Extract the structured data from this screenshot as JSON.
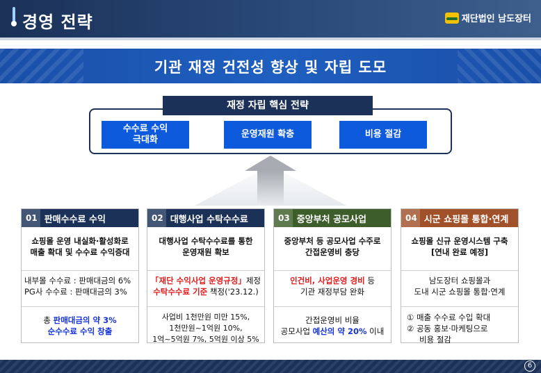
{
  "header": {
    "title": "경영 전략",
    "logo_text": "재단법인 남도장터"
  },
  "banner": {
    "text": "기관 재정 건전성 향상 및 자립 도모"
  },
  "core": {
    "label": "재정 자립 핵심 전략",
    "items": [
      {
        "line1": "수수료 수익",
        "line2": "극대화"
      },
      {
        "line1": "운영재원 확충",
        "line2": ""
      },
      {
        "line1": "비용 절감",
        "line2": ""
      }
    ]
  },
  "columns": [
    {
      "num": "01",
      "title": "판매수수료 수익",
      "sec1": [
        "쇼핑몰 운영 내실화·활성화로",
        "매출 확대 및 수수료 수익증대"
      ],
      "sec2": [
        "내부몰 수수료 : 판매대금의 6%",
        "PG사 수수료 : 판매대금의 3%"
      ],
      "sec3_a": "총 ",
      "sec3_b": "판매대금의 약 3%",
      "sec3_c": "순수수료 수익 창출"
    },
    {
      "num": "02",
      "title": "대행사업 수탁수수료",
      "sec1": [
        "대행사업 수탁수수료를 통한",
        "운영재원 확보"
      ],
      "sec2_a": "「재단 수익사업 운영규정」",
      "sec2_b": "제정",
      "sec2_c": "수탁수수료 기준",
      "sec2_d": " 책정('23.12.)",
      "sec3": [
        "사업비 1천만원 미만 15%,",
        "1천만원~1억원 10%,",
        "1억~5억원 7%, 5억원 이상 5%"
      ]
    },
    {
      "num": "03",
      "title": "중앙부처 공모사업",
      "sec1": [
        "중앙부처 등 공모사업 수주로",
        "간접운영비 충당"
      ],
      "sec2_a": "인건비, 사업운영 경비",
      "sec2_b": " 등",
      "sec2_c": "기관 재정부담 완화",
      "sec3_a": "간접운영비 비율",
      "sec3_b": "공모사업 ",
      "sec3_c": "예산의 약 20%",
      "sec3_d": " 이내"
    },
    {
      "num": "04",
      "title": "시군 쇼핑몰 통합·연계",
      "sec1": [
        "쇼핑몰 신규 운영시스템 구축",
        "[연내 완료 예정]"
      ],
      "sec2": [
        "남도장터 쇼핑몰과",
        "도내 시군 쇼핑몰 통합·연계"
      ],
      "sec3": [
        "① 매출 수수료 수입 확대",
        "② 공동 홍보·마케팅으로",
        "비용 절감"
      ]
    }
  ],
  "footer": {
    "page_number": "6"
  }
}
